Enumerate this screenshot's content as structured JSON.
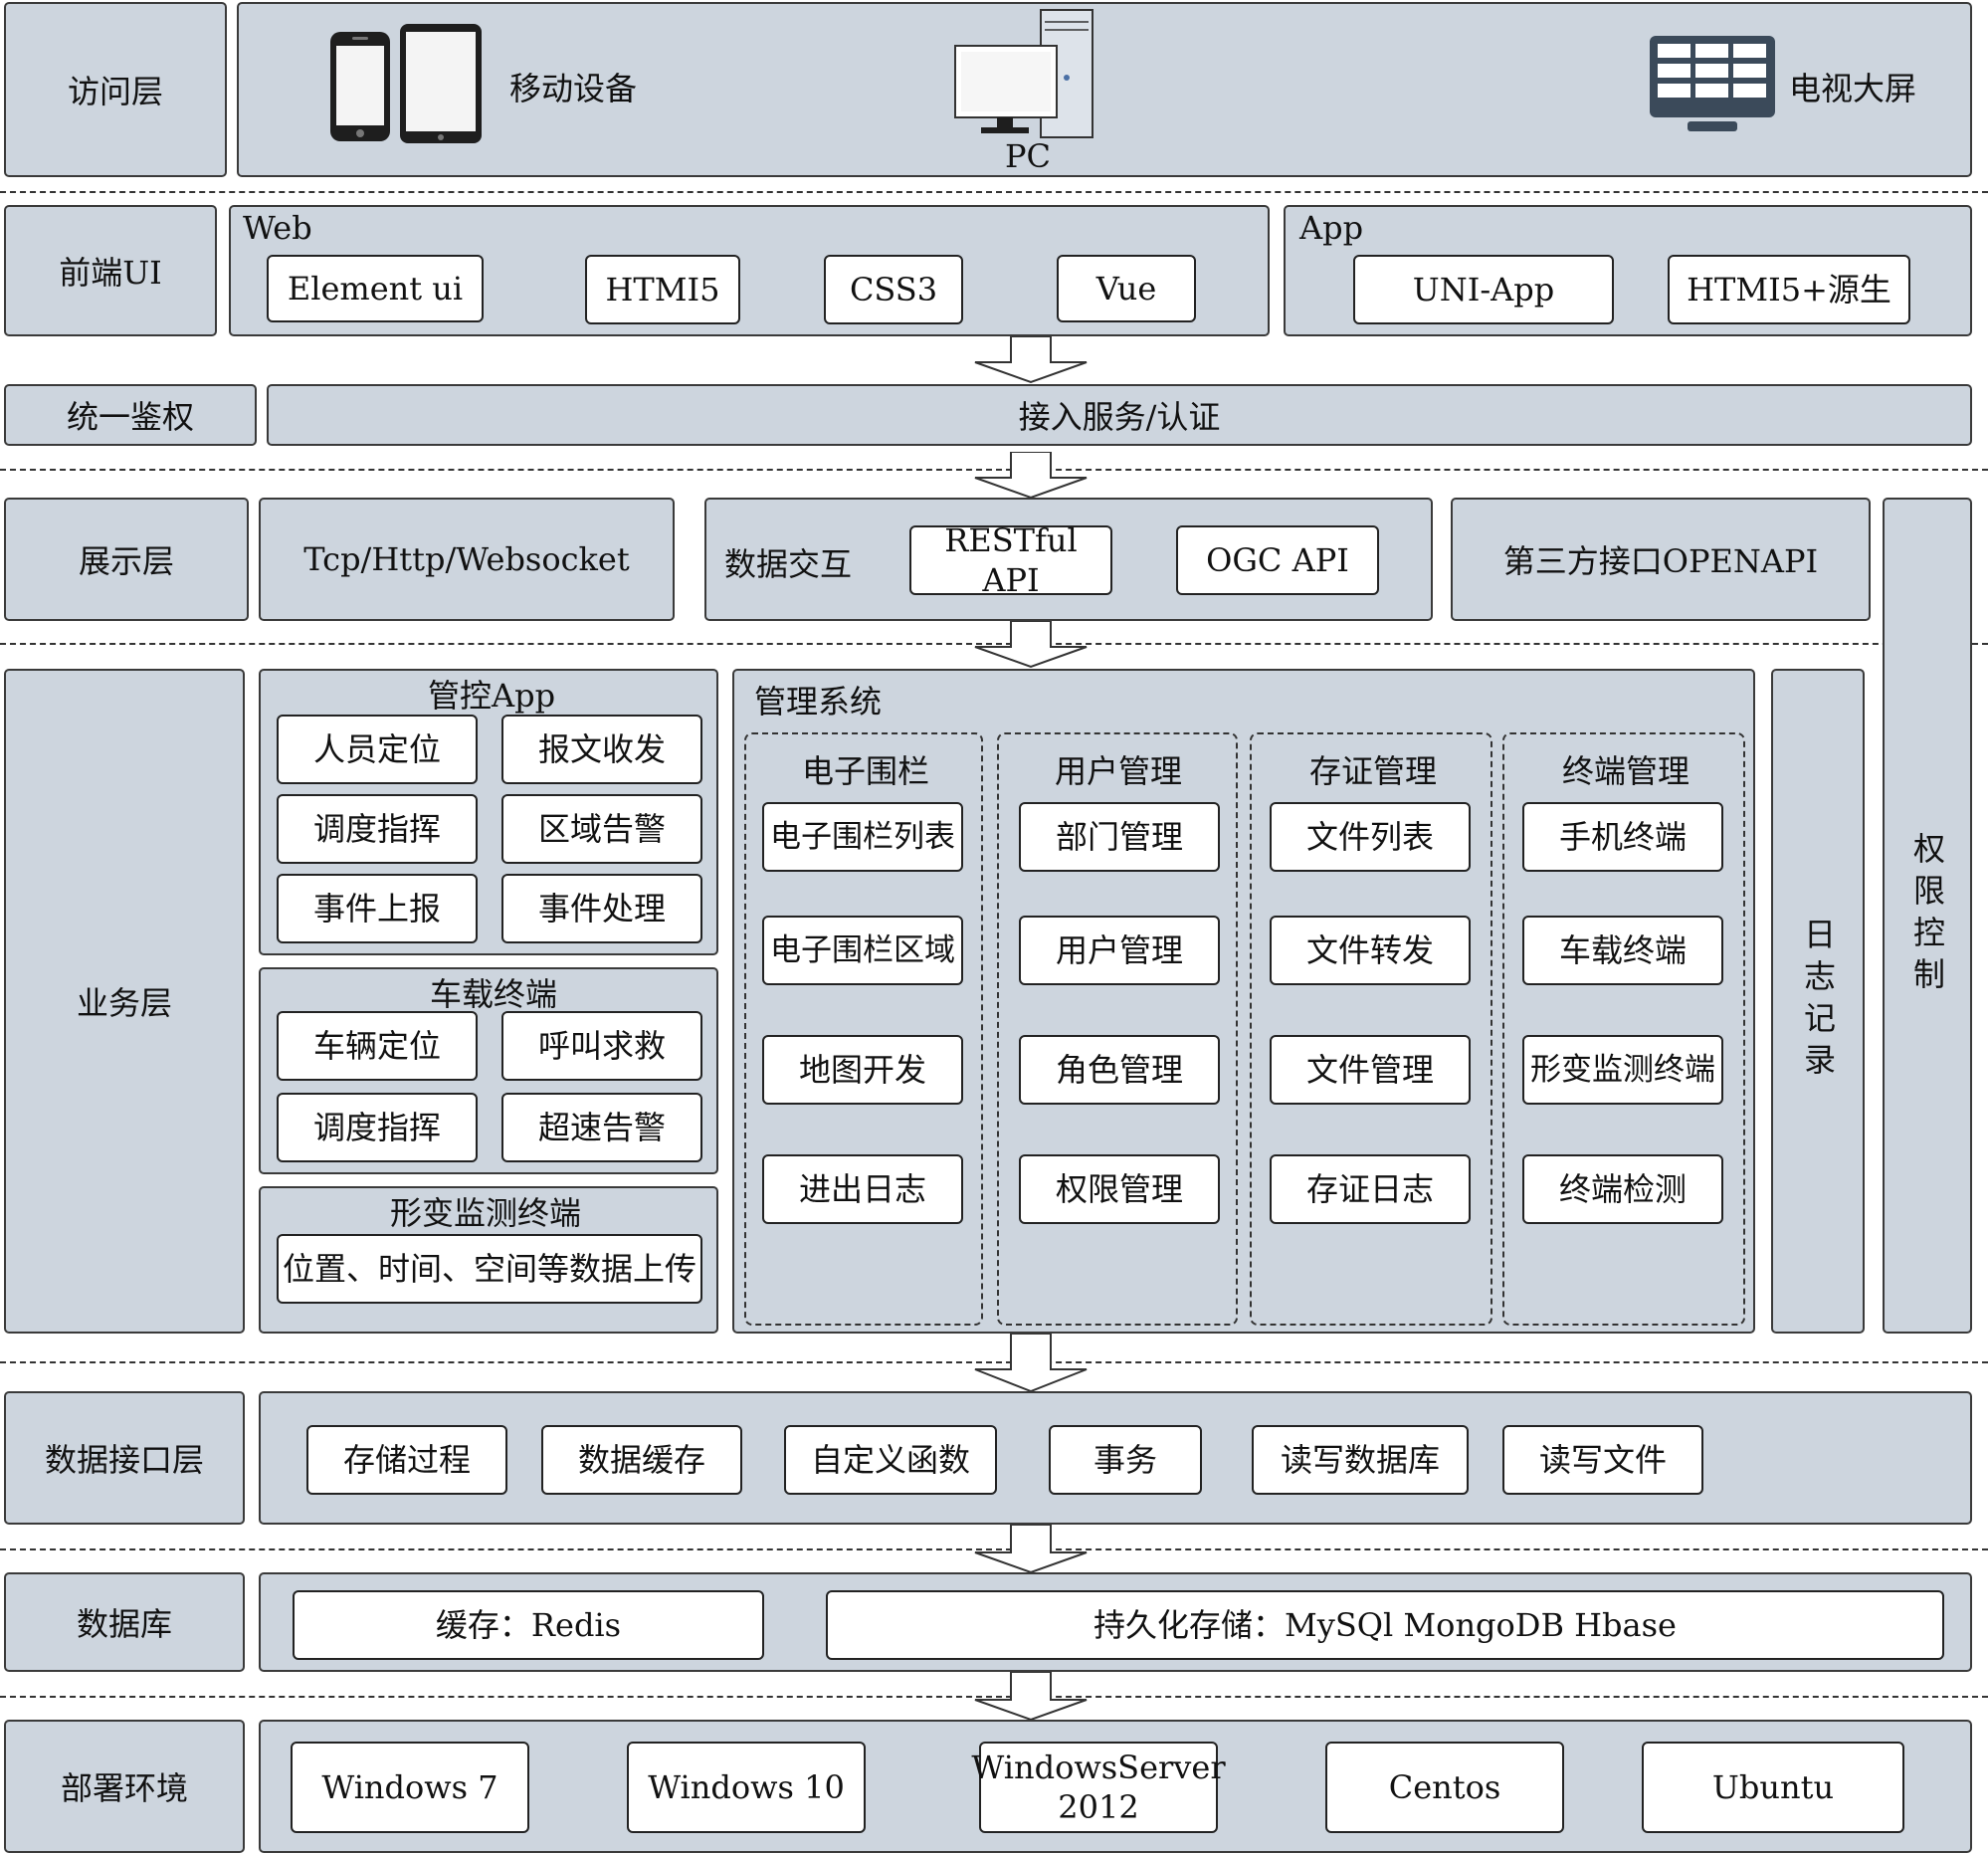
{
  "layers": {
    "access": "访问层",
    "frontend": "前端UI",
    "auth": "统一鉴权",
    "display": "展示层",
    "business": "业务层",
    "data_interface": "数据接口层",
    "database": "数据库",
    "deploy": "部署环境"
  },
  "access": {
    "mobile": "移动设备",
    "pc": "PC",
    "tv": "电视大屏"
  },
  "frontend": {
    "web": {
      "title": "Web",
      "items": [
        "Element ui",
        "HTMI5",
        "CSS3",
        "Vue"
      ]
    },
    "app": {
      "title": "App",
      "items": [
        "UNI-App",
        "HTMI5+源生"
      ]
    }
  },
  "auth": {
    "service": "接入服务/认证"
  },
  "display": {
    "protocol": "Tcp/Http/Websocket",
    "data_exchange_label": "数据交互",
    "data_exchange_items": [
      "RESTful API",
      "OGC API"
    ],
    "third_party": "第三方接口OPENAPI"
  },
  "business": {
    "control_app": {
      "title": "管控App",
      "items": [
        "人员定位",
        "报文收发",
        "调度指挥",
        "区域告警",
        "事件上报",
        "事件处理"
      ]
    },
    "vehicle": {
      "title": "车载终端",
      "items": [
        "车辆定位",
        "呼叫求救",
        "调度指挥",
        "超速告警"
      ]
    },
    "deform": {
      "title": "形变监测终端",
      "item": "位置、时间、空间等数据上传"
    },
    "mgmt": {
      "title": "管理系统",
      "groups": [
        {
          "title": "电子围栏",
          "items": [
            "电子围栏列表",
            "电子围栏区域",
            "地图开发",
            "进出日志"
          ]
        },
        {
          "title": "用户管理",
          "items": [
            "部门管理",
            "用户管理",
            "角色管理",
            "权限管理"
          ]
        },
        {
          "title": "存证管理",
          "items": [
            "文件列表",
            "文件转发",
            "文件管理",
            "存证日志"
          ]
        },
        {
          "title": "终端管理",
          "items": [
            "手机终端",
            "车载终端",
            "形变监测终端",
            "终端检测"
          ]
        }
      ]
    },
    "log": "日志记录",
    "permission": "权限控制"
  },
  "data_interface": {
    "items": [
      "存储过程",
      "数据缓存",
      "自定义函数",
      "事务",
      "读写数据库",
      "读写文件"
    ]
  },
  "database": {
    "cache": "缓存：Redis",
    "persistent": "持久化存储：MySQl MongoDB Hbase"
  },
  "deploy": {
    "items": [
      "Windows 7",
      "Windows 10",
      "WindowsServer 2012",
      "Centos",
      "Ubuntu"
    ]
  },
  "icons": [
    "phone-icon",
    "tablet-icon",
    "desktop-pc-icon",
    "tv-screen-icon"
  ]
}
